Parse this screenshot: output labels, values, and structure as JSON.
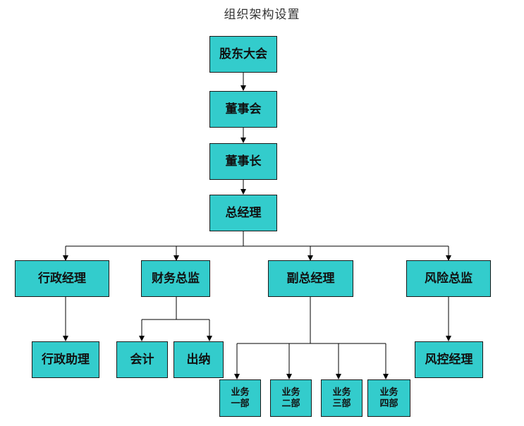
{
  "title": "组织架构设置",
  "colors": {
    "box_fill": "#33CCCC",
    "line": "#000000"
  },
  "nodes": {
    "shareholders": "股东大会",
    "board": "董事会",
    "chairman": "董事长",
    "gm": "总经理",
    "admin_mgr": "行政经理",
    "finance_dir": "财务总监",
    "deputy_gm": "副总经理",
    "risk_dir": "风险总监",
    "admin_asst": "行政助理",
    "accountant": "会计",
    "cashier": "出纳",
    "risk_ctrl_mgr": "风控经理",
    "biz1": [
      "业务",
      "一部"
    ],
    "biz2": [
      "业务",
      "二部"
    ],
    "biz3": [
      "业务",
      "三部"
    ],
    "biz4": [
      "业务",
      "四部"
    ]
  }
}
